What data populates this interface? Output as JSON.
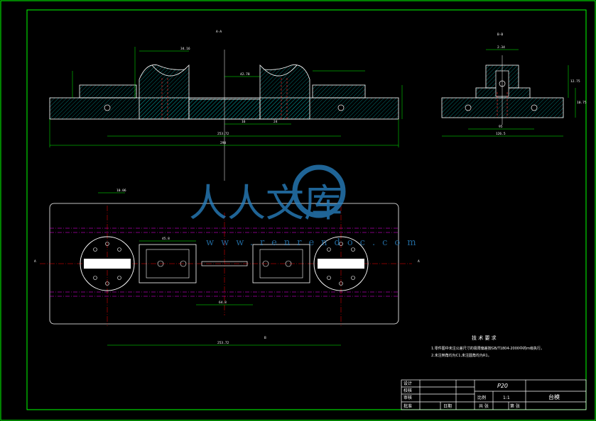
{
  "colors": {
    "background": "#000000",
    "border": "#00ff00",
    "outline": "#ffffff",
    "hatch": "#00bfbf",
    "hidden": "#ff3333",
    "center": "#ff0000",
    "guide": "#ff00ff",
    "dimension": "#00ff00",
    "watermark": "#2a86c8"
  },
  "views": {
    "section_a_label": "A-A",
    "section_b_label": "B-B",
    "plan_label_left": "A",
    "plan_label_right": "A",
    "plan_label_bottom": "B"
  },
  "dimensions": {
    "overall_length": "290",
    "length_2": "253.72",
    "top_1": "34.16",
    "top_2": "42.78",
    "right_1": "2.34",
    "base_1": "16",
    "base_2": "24",
    "right_h1": "12.75",
    "right_h2": "10.75",
    "right_w1": "95",
    "right_w2": "126.5",
    "plan_overall": "253.72",
    "plan_top": "10.06",
    "plan_mid": "64.8",
    "plan_low": "45.8"
  },
  "technical_requirements": {
    "title": "技 术 要 求",
    "items": [
      "1.零件图中未注公差尺寸的极限偏差按GB/T1804-2000中的m级执行。",
      "2.未注倒角均为C1,未注圆角均为R1。"
    ]
  },
  "title_block": {
    "drawing_no": "P20",
    "part_name": "台模",
    "scale_label": "比例",
    "scale_value": "1:1",
    "sheets_total": "共  张",
    "sheet_no": "第  张",
    "design": "设计",
    "check": "校核",
    "review": "审核",
    "approve": "批准",
    "approve_note": "日期"
  },
  "watermark": {
    "text": "人人文库",
    "url": "www.renrendoc.com"
  }
}
